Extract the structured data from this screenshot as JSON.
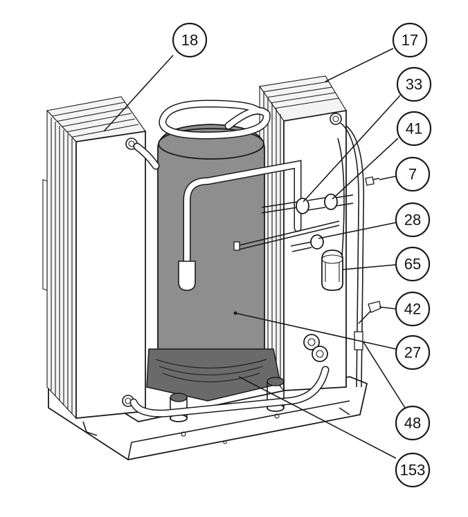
{
  "callouts": [
    {
      "id": "c18",
      "label": "18"
    },
    {
      "id": "c17",
      "label": "17"
    },
    {
      "id": "c33",
      "label": "33"
    },
    {
      "id": "c41",
      "label": "41"
    },
    {
      "id": "c7",
      "label": "7"
    },
    {
      "id": "c28",
      "label": "28"
    },
    {
      "id": "c65",
      "label": "65"
    },
    {
      "id": "c42",
      "label": "42"
    },
    {
      "id": "c27",
      "label": "27"
    },
    {
      "id": "c48",
      "label": "48"
    },
    {
      "id": "c153",
      "label": "153"
    }
  ],
  "colors": {
    "line": "#1a1a1a",
    "compressor": "#8e8e8e",
    "background": "#ffffff"
  }
}
